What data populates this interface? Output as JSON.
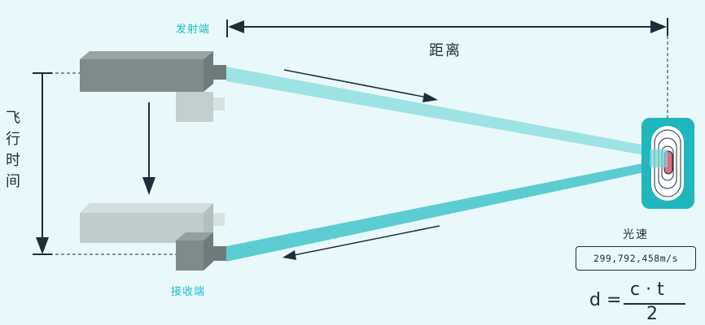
{
  "labels": {
    "distance": "距离",
    "emitter": "发射端",
    "receiver": "接收端",
    "flight_time": "飞行时间",
    "light_speed": "光速",
    "speed_value": "299,792,458m/s"
  },
  "formula": {
    "lhs": "d =",
    "numerator": "c · t",
    "denominator": "2"
  },
  "colors": {
    "background": "#e9f9fb",
    "beam_out": "#9ee3e3",
    "beam_return": "#5bcdd2",
    "accent_text": "#20b9c6",
    "device_dark": "#7f8a8a",
    "device_light": "#bfcccc",
    "target_bg": "#1fb6bd",
    "target_center": "#e06d7e",
    "ink": "#1e2d3a"
  },
  "icons": {
    "emitter": "sensor-block-icon",
    "receiver": "sensor-block-icon",
    "target": "bullseye-target-icon",
    "arrow": "arrow-icon"
  }
}
